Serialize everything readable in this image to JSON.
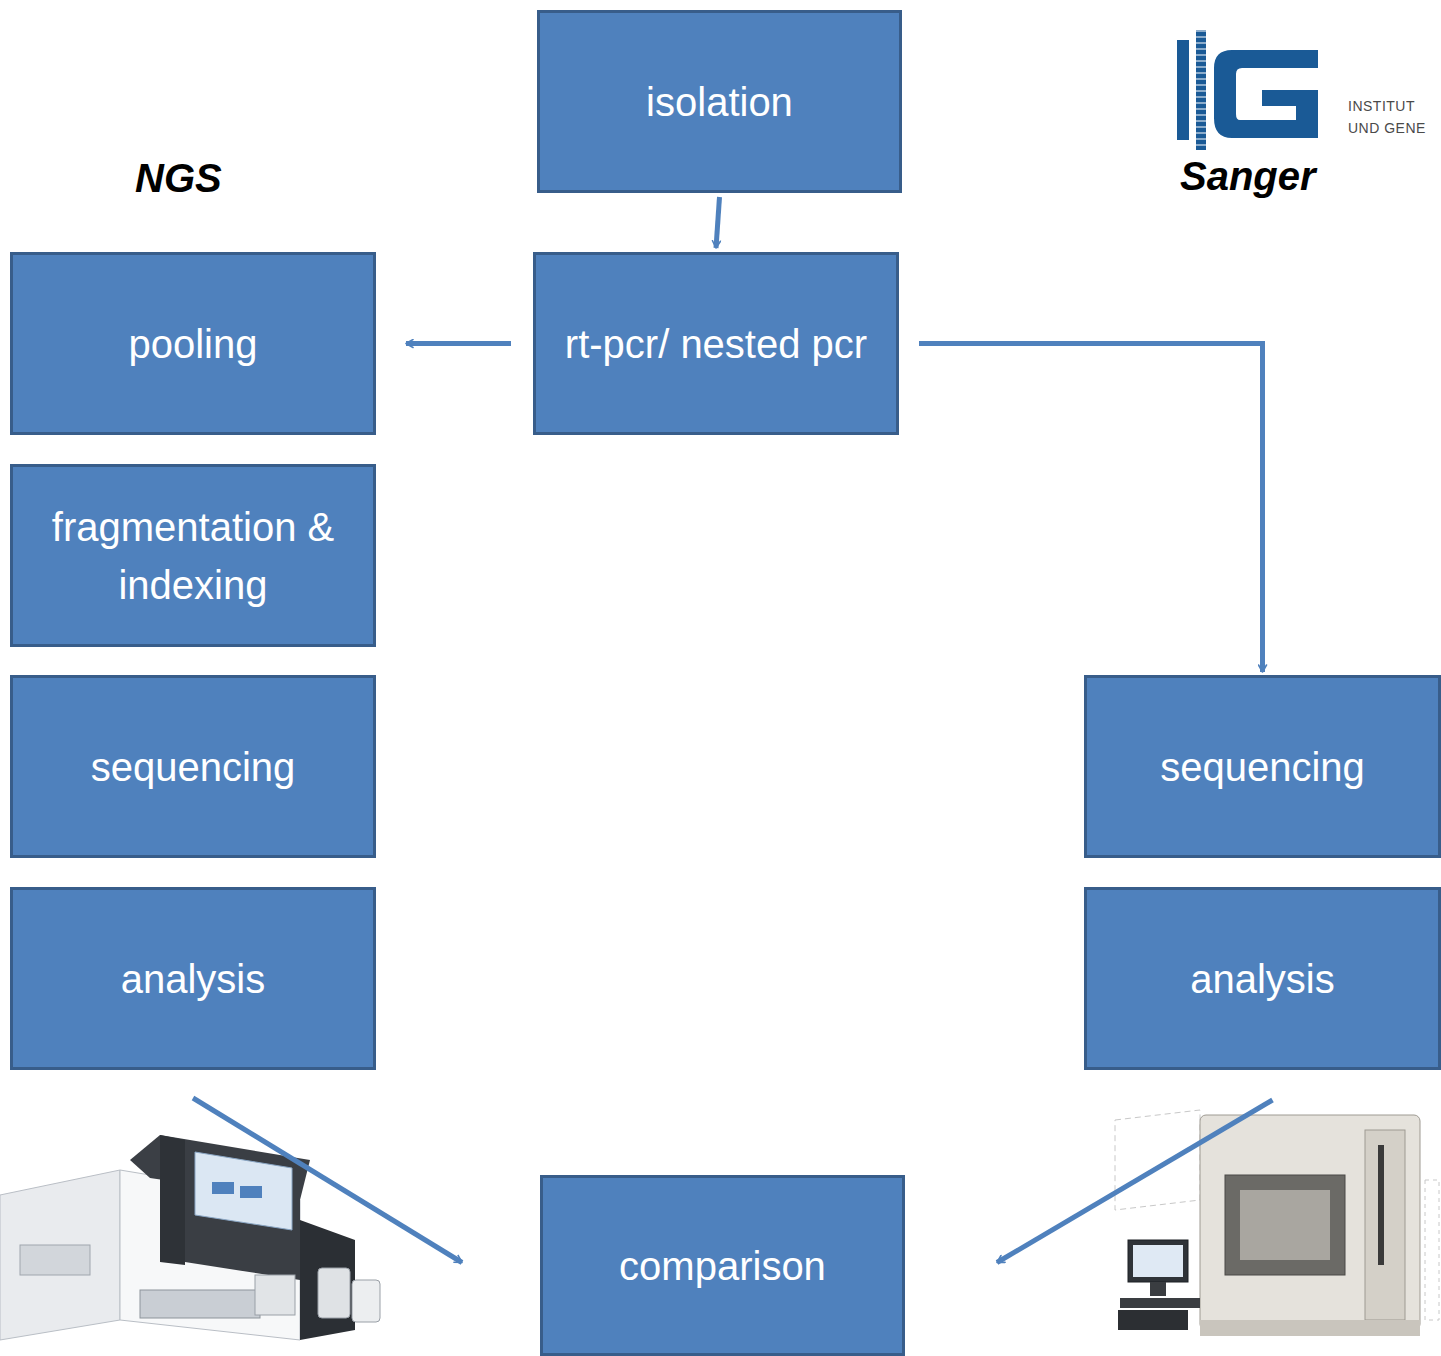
{
  "diagram": {
    "nodes": [
      {
        "text": [
          "isolation"
        ]
      },
      {
        "text": [
          "rt-pcr/ nested pcr"
        ]
      },
      {
        "text": [
          "pooling"
        ]
      },
      {
        "text": [
          "fragmentation & indexing"
        ]
      },
      {
        "text": [
          "sequencing"
        ]
      },
      {
        "text": [
          "analysis"
        ]
      },
      {
        "text": [
          "sequencing"
        ]
      },
      {
        "text": [
          "analysis"
        ]
      },
      {
        "text": [
          "comparison"
        ]
      }
    ],
    "edges": [
      {
        "from": 0,
        "to": 1,
        "arrow": "to"
      },
      {
        "from": 1,
        "to": 2,
        "arrow": "to"
      },
      {
        "from": 1,
        "to": 6,
        "arrow": "to"
      },
      {
        "from": 5,
        "to": 8,
        "arrow": "to"
      },
      {
        "from": 7,
        "to": 8,
        "arrow": "to"
      }
    ],
    "labels": [
      "NGS",
      "Sanger",
      "INSTITUT",
      "UND GENE"
    ]
  }
}
